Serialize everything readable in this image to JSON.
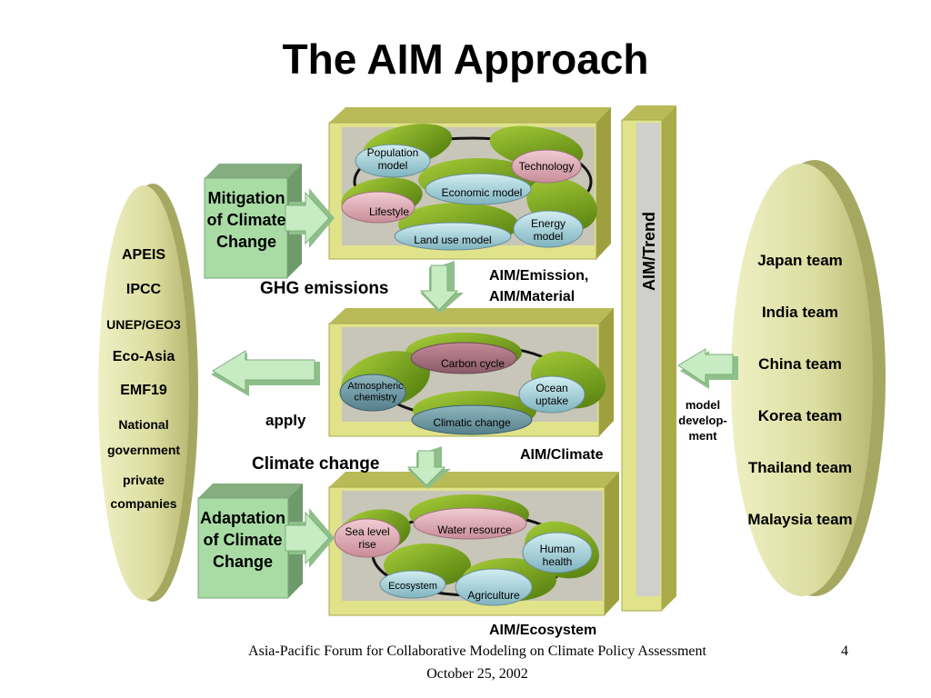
{
  "title": "The AIM Approach",
  "colors": {
    "frame_yellow": "#dfe38a",
    "panel_gray": "#c8c6b8",
    "leaf_green": "#6f9c18",
    "arrow_green": "#b8e0b4",
    "oval_fill": "#dfe0a6",
    "pink": "#d8a6ae",
    "light_blue": "#a8d2da"
  },
  "emission_box": {
    "population": "Population model",
    "technology": "Technology",
    "economic": "Economic model",
    "lifestyle": "Lifestyle",
    "energy": "Energy model",
    "land_use": "Land use model"
  },
  "climate_box": {
    "carbon_cycle": "Carbon cycle",
    "atmospheric": "Atmospheric chemistry",
    "ocean": "Ocean uptake",
    "climatic_change": "Climatic change"
  },
  "ecosystem_box": {
    "sea_level": "Sea level rise",
    "water": "Water resource",
    "human_health": "Human health",
    "ecosystem": "Ecosystem",
    "agriculture": "Agriculture"
  },
  "labels": {
    "mitigation": "Mitigation of Climate Change",
    "adaptation": "Adaptation of Climate Change",
    "ghg": "GHG emissions",
    "apply": "apply",
    "climate_change": "Climate change",
    "aim_emission": "AIM/Emission, AIM/Material",
    "aim_climate": "AIM/Climate",
    "aim_ecosystem": "AIM/Ecosystem",
    "aim_trend": "AIM/Trend",
    "model_development": "model develop- ment"
  },
  "left_oval": [
    "APEIS",
    "IPCC",
    "UNEP/GEO3",
    "Eco-Asia",
    "EMF19",
    "National",
    "government",
    "private",
    "companies"
  ],
  "right_oval": [
    "Japan team",
    "India team",
    "China team",
    "Korea team",
    "Thailand team",
    "Malaysia team"
  ],
  "footer": {
    "line1": "Asia-Pacific Forum for Collaborative Modeling on Climate Policy Assessment",
    "line2": "October 25, 2002",
    "page": "4"
  }
}
